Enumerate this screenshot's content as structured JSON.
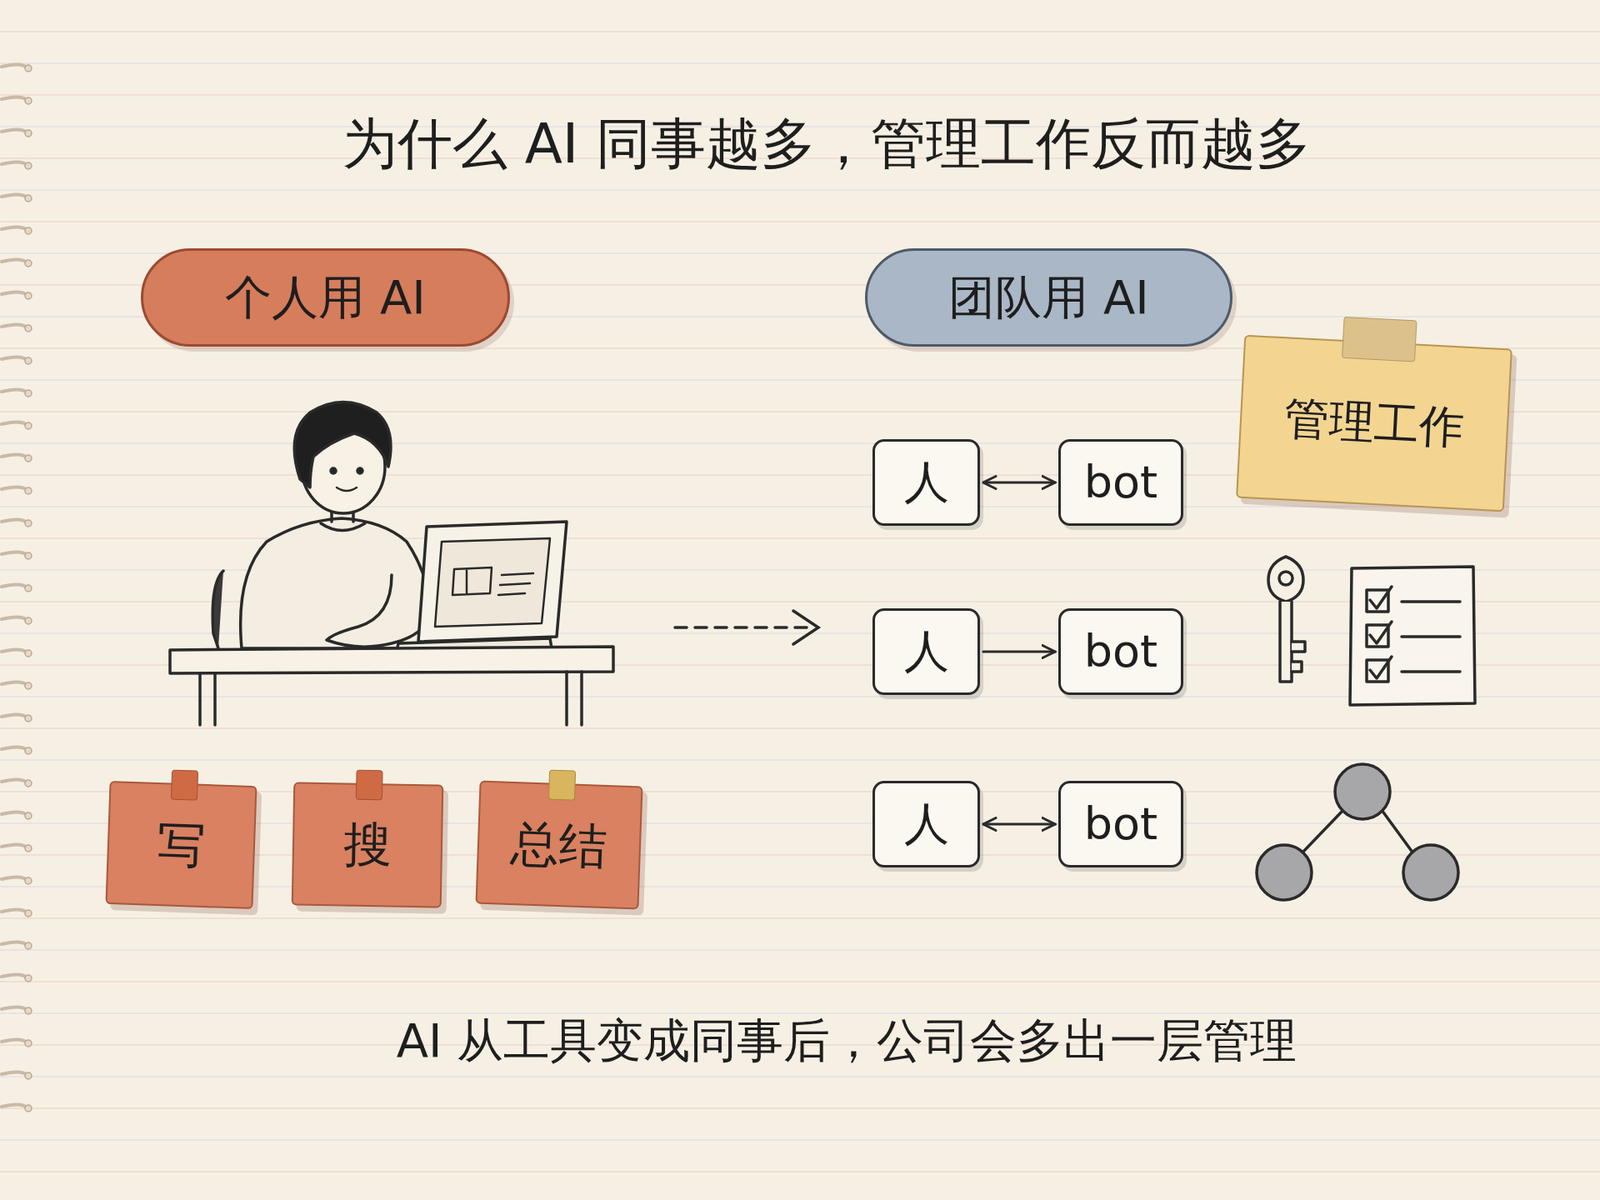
{
  "diagram": {
    "title": "为什么 AI 同事越多，管理工作反而越多",
    "caption": "AI 从工具变成同事后，公司会多出一层管理",
    "nodes": [
      {
        "text": [
          "个人用 AI"
        ]
      },
      {
        "text": [
          "团队用 AI"
        ]
      },
      {
        "text": [
          "管理工作"
        ]
      },
      {
        "text": [
          "写"
        ]
      },
      {
        "text": [
          "搜"
        ]
      },
      {
        "text": [
          "总结"
        ]
      },
      {
        "text": [
          "人"
        ]
      },
      {
        "text": [
          "bot"
        ]
      },
      {
        "text": [
          "人"
        ]
      },
      {
        "text": [
          "bot"
        ]
      },
      {
        "text": [
          "人"
        ]
      },
      {
        "text": [
          "bot"
        ]
      }
    ],
    "edges": [
      {
        "from": 6,
        "to": 7,
        "arrow": "both"
      },
      {
        "from": 8,
        "to": 9,
        "arrow": "to"
      },
      {
        "from": 10,
        "to": 11,
        "arrow": "both"
      }
    ]
  }
}
